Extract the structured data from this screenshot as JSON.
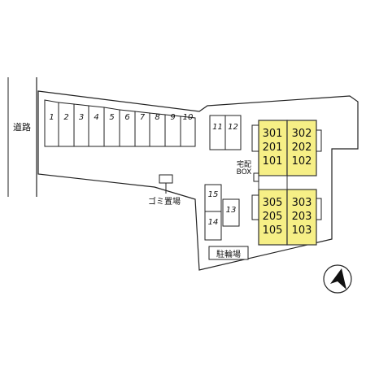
{
  "road_label": "道路",
  "parking": {
    "left_row": [
      "1",
      "2",
      "3",
      "4",
      "5",
      "6",
      "7",
      "8",
      "9",
      "10"
    ],
    "right_pair": [
      "11",
      "12"
    ],
    "lower": [
      "15",
      "14",
      "13"
    ]
  },
  "buildings": [
    {
      "lines": [
        "301",
        "201",
        "101"
      ]
    },
    {
      "lines": [
        "302",
        "202",
        "102"
      ]
    },
    {
      "lines": [
        "305",
        "205",
        "105"
      ]
    },
    {
      "lines": [
        "303",
        "203",
        "103"
      ]
    }
  ],
  "delivery_box": [
    "宅配",
    "BOX"
  ],
  "garbage_label": "ゴミ置場",
  "bicycle_label": "駐輪場",
  "north_icon": "north-arrow-icon"
}
